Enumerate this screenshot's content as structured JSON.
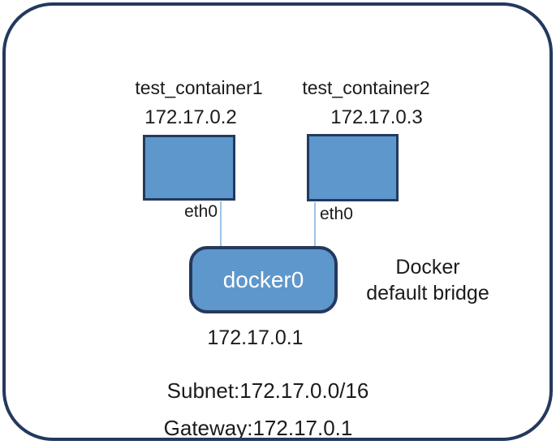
{
  "colors": {
    "outline": "#24395e",
    "node_fill": "#5e97cc",
    "node_border": "#24395e",
    "connector_line": "#9dc3e6",
    "text": "#1b1b1b",
    "bridge_label_text": "#ffffff"
  },
  "containers": [
    {
      "name": "test_container1",
      "ip": "172.17.0.2",
      "interface": "eth0"
    },
    {
      "name": "test_container2",
      "ip": "172.17.0.3",
      "interface": "eth0"
    }
  ],
  "bridge": {
    "label": "docker0",
    "ip": "172.17.0.1",
    "caption_line1": "Docker",
    "caption_line2": "default bridge"
  },
  "network": {
    "subnet": "Subnet:172.17.0.0/16",
    "gateway": "Gateway:172.17.0.1"
  }
}
